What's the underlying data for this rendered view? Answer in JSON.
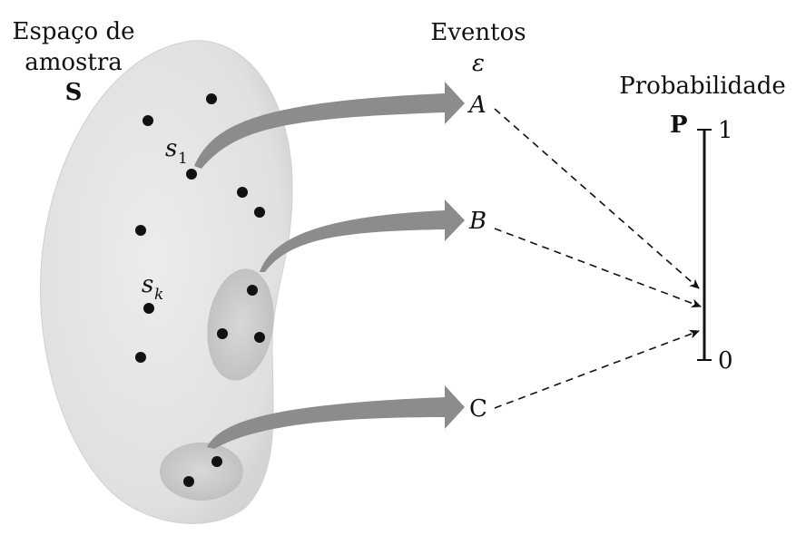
{
  "sample_space": {
    "label_line1": "Espaço de",
    "label_line2": "amostra",
    "symbol": "S",
    "s1_label": "s",
    "s1_sub": "1",
    "sk_label": "s",
    "sk_sub": "k"
  },
  "events": {
    "heading": "Eventos",
    "symbol": "ε",
    "a": "A",
    "b": "B",
    "c": "C"
  },
  "probability": {
    "heading": "Probabilidade",
    "symbol": "P",
    "top_tick": "1",
    "bottom_tick": "0"
  },
  "colors": {
    "arrow": "#8c8c8c",
    "region_fill": "#e4e4e4",
    "subset_fill": "#c9c9c9",
    "dot": "#111111"
  }
}
